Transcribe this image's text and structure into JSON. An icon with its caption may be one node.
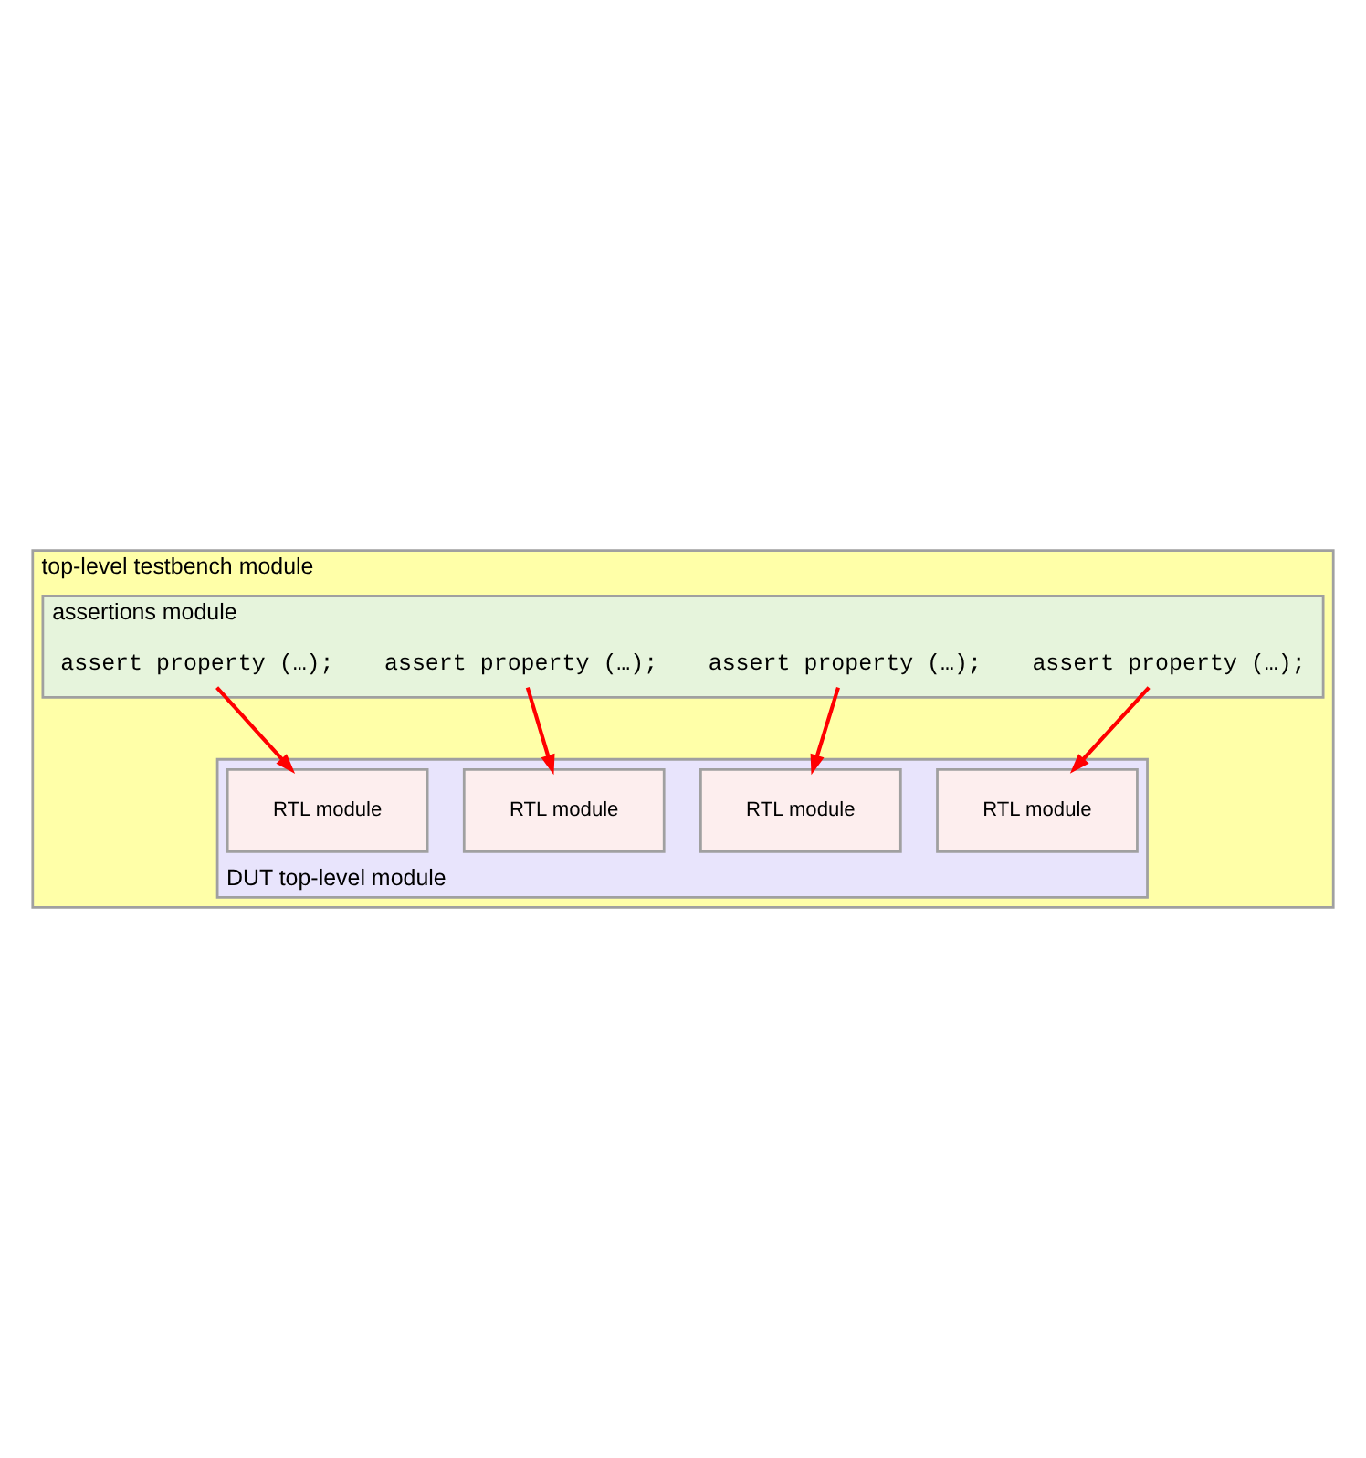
{
  "diagram": {
    "nodes": [
      {
        "text": [
          "top-level testbench module"
        ]
      },
      {
        "text": [
          "assertions module"
        ],
        "in": 0
      },
      {
        "text": [
          "assert property (…);"
        ],
        "in": 1
      },
      {
        "text": [
          "assert property (…);"
        ],
        "in": 1
      },
      {
        "text": [
          "assert property (…);"
        ],
        "in": 1
      },
      {
        "text": [
          "assert property (…);"
        ],
        "in": 1
      },
      {
        "text": [
          "DUT top-level module"
        ],
        "in": 0
      },
      {
        "text": [
          "RTL module"
        ],
        "in": 6
      },
      {
        "text": [
          "RTL module"
        ],
        "in": 6
      },
      {
        "text": [
          "RTL module"
        ],
        "in": 6
      },
      {
        "text": [
          "RTL module"
        ],
        "in": 6
      }
    ],
    "edges": [
      {
        "from": 2,
        "to": 7,
        "arrow": "to"
      },
      {
        "from": 3,
        "to": 9,
        "arrow": "to"
      },
      {
        "from": 4,
        "to": 8,
        "arrow": "to"
      },
      {
        "from": 5,
        "to": 10,
        "arrow": "to"
      }
    ]
  }
}
